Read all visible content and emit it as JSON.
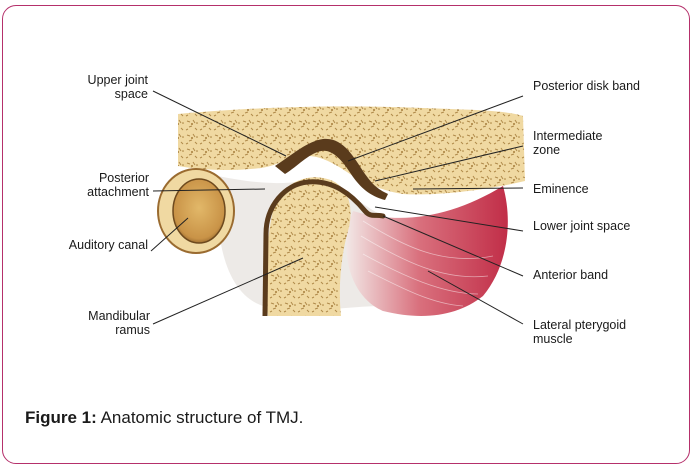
{
  "figure": {
    "caption_label": "Figure 1:",
    "caption_text": " Anatomic structure of TMJ."
  },
  "labels": {
    "upper_joint_space": "Upper joint space",
    "posterior_attachment": "Posterior attachment",
    "auditory_canal": "Auditory canal",
    "mandibular_ramus": "Mandibular ramus",
    "posterior_disk_band": "Posterior disk band",
    "intermediate_zone": "Intermediate zone",
    "eminence": "Eminence",
    "lower_joint_space": "Lower joint space",
    "anterior_band": "Anterior band",
    "lateral_pterygoid_muscle": "Lateral pterygoid muscle"
  },
  "colors": {
    "frame": "#b5306b",
    "bone": "#f0d9a2",
    "disk": "#5a3b1c",
    "muscle": "#c8364c",
    "ligament": "#e9e6e2"
  }
}
